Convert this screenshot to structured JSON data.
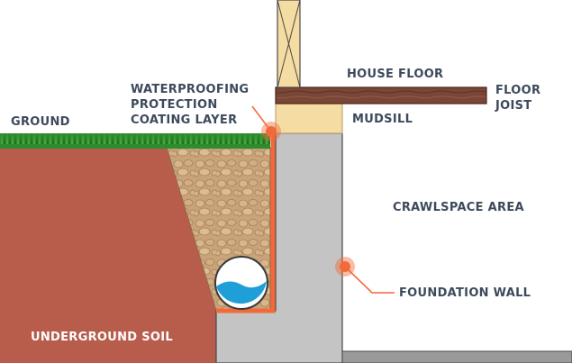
{
  "labels": {
    "waterproofing": [
      "WATERPROOFING",
      "PROTECTION",
      "COATING LAYER"
    ],
    "ground": "GROUND",
    "house_floor": "HOUSE FLOOR",
    "floor_joist": [
      "FLOOR",
      "JOIST"
    ],
    "mudsill": "MUDSILL",
    "crawlspace": "CRAWLSPACE AREA",
    "foundation_wall": "FOUNDATION WALL",
    "underground_soil": "UNDERGROUND SOIL"
  },
  "colors": {
    "soil": "#b85c4c",
    "grass": "#2e8c2e",
    "concrete": "#c4c4c4",
    "gravel": "#c9a47a",
    "coating": "#f26a3a",
    "joist": "#7a4636",
    "mudsill": "#f5dca2",
    "water": "#1f9fd8",
    "text": "#3d4a5c"
  },
  "icons": {
    "marker": "callout-dot-icon",
    "drain": "drain-pipe-icon"
  }
}
